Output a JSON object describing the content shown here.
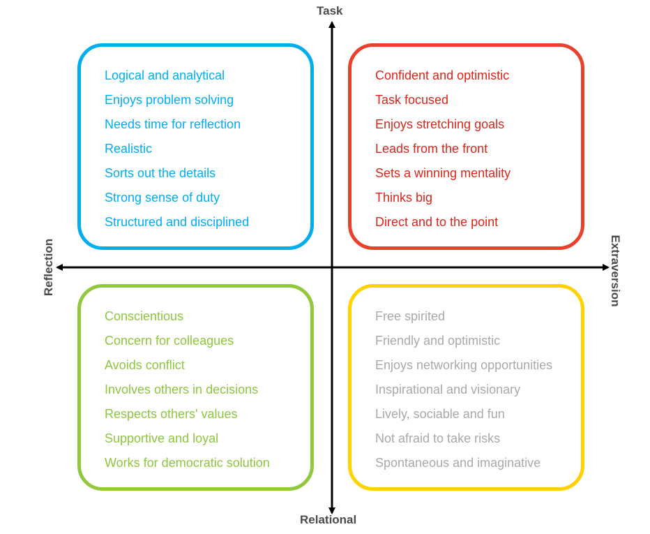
{
  "axes": {
    "top": "Task",
    "bottom": "Relational",
    "left": "Reflection",
    "right": "Extraversion"
  },
  "colors": {
    "top_left": "#00aeef",
    "top_right": "#e8412c",
    "bottom_left": "#92c83e",
    "bottom_right": "#ffd200",
    "bottom_right_text": "#a7a9ac",
    "axis": "#000000"
  },
  "quadrants": {
    "top_left": {
      "items": [
        "Logical and analytical",
        "Enjoys problem solving",
        "Needs time for reflection",
        "Realistic",
        "Sorts out the details",
        "Strong sense of duty",
        "Structured and disciplined"
      ]
    },
    "top_right": {
      "items": [
        "Confident and optimistic",
        "Task focused",
        "Enjoys stretching goals",
        "Leads from the front",
        "Sets a winning mentality",
        "Thinks big",
        "Direct and to the point"
      ]
    },
    "bottom_left": {
      "items": [
        "Conscientious",
        "Concern for colleagues",
        "Avoids conflict",
        "Involves others in decisions",
        "Respects others' values",
        "Supportive and loyal",
        "Works for democratic solution"
      ]
    },
    "bottom_right": {
      "items": [
        "Free spirited",
        "Friendly and optimistic",
        "Enjoys networking opportunities",
        "Inspirational and visionary",
        "Lively, sociable and fun",
        "Not afraid to take risks",
        "Spontaneous and imaginative"
      ]
    }
  }
}
